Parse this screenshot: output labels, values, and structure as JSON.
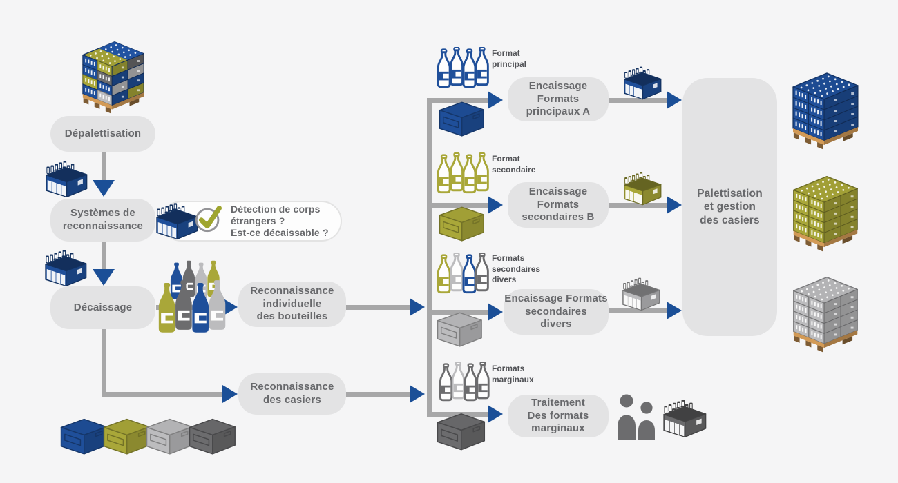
{
  "colors": {
    "background": "#f5f5f6",
    "blue": "#1f4f9a",
    "yellow": "#a9a739",
    "lightGray": "#bcbcbe",
    "darkGray": "#6c6c6e",
    "arrow": "#a7a7a8",
    "arrowhead": "#1b4f97",
    "boxFill": "#e3e3e4",
    "boxText": "#67686b",
    "labelText": "#515256",
    "calloutBg": "#fdfdfd",
    "calloutBorder": "#e3e3e3",
    "checkGreen": "#9fa52f",
    "wood": "#d29a56",
    "white": "#fdfdfd"
  },
  "left_flow": {
    "depalettisation": "Dépalettisation",
    "systemes": "Systèmes de\nreconnaissance",
    "callout": "Détection de corps\nétrangers ?\nEst-ce décaissable ?",
    "decaissage": "Décaissage",
    "reco_individuelle": "Reconnaissance\nindividuelle\ndes bouteilles",
    "reco_casiers": "Reconnaissance\ndes casiers"
  },
  "rows": [
    {
      "format_label": "Format\nprincipal",
      "box": "Encaissage\nFormats\nprincipaux A"
    },
    {
      "format_label": "Format\nsecondaire",
      "box": "Encaissage\nFormats\nsecondaires B"
    },
    {
      "format_label": "Formats\nsecondaires\ndivers",
      "box": "Encaissage Formats\nsecondaires\ndivers"
    },
    {
      "format_label": "Formats\nmarginaux",
      "box": "Traitement\nDes formats\nmarginaux"
    }
  ],
  "palettisation": "Palettisation\net gestion\ndes casiers",
  "icons": {
    "pallet-mixed": {
      "type": "pallet",
      "color": "mixed"
    },
    "pallet-blue": {
      "type": "pallet",
      "color": "blue"
    },
    "pallet-yellow": {
      "type": "pallet",
      "color": "yellow"
    },
    "pallet-gray": {
      "type": "pallet",
      "color": "lightGray"
    },
    "crate-bottles-blue": {
      "type": "crateBottles",
      "color": "blue"
    },
    "crate-bottles-yellow": {
      "type": "crateBottles",
      "color": "yellow"
    },
    "crate-bottles-gray": {
      "type": "crateBottles",
      "color": "lightGray"
    },
    "crate-bottles-dark": {
      "type": "crateBottles",
      "color": "darkGray"
    },
    "crate-empty-blue": {
      "type": "crateEmpty",
      "color": "blue"
    },
    "crate-empty-yellow": {
      "type": "crateEmpty",
      "color": "yellow"
    },
    "crate-empty-gray": {
      "type": "crateEmpty",
      "color": "lightGray"
    },
    "crate-empty-dark": {
      "type": "crateEmpty",
      "color": "darkGray"
    },
    "bottles-principal": {
      "type": "bottleRow",
      "style": "outline",
      "colors": [
        "blue",
        "blue",
        "blue",
        "blue"
      ]
    },
    "bottles-secondaire": {
      "type": "bottleRow",
      "style": "outline",
      "colors": [
        "yellow",
        "yellow",
        "yellow",
        "yellow"
      ]
    },
    "bottles-divers": {
      "type": "bottleRow",
      "style": "outline",
      "colors": [
        "yellow",
        "lightGray",
        "blue",
        "darkGray"
      ]
    },
    "bottles-marginaux": {
      "type": "bottleRow",
      "style": "outline",
      "colors": [
        "darkGray",
        "lightGray",
        "darkGray",
        "darkGray"
      ]
    },
    "bottles-decaissage-top": {
      "type": "bottleRow",
      "style": "filled",
      "colors": [
        "blue",
        "darkGray",
        "lightGray",
        "yellow"
      ]
    },
    "bottles-decaissage-bot": {
      "type": "bottleRow",
      "style": "filled",
      "colors": [
        "yellow",
        "darkGray",
        "blue",
        "lightGray"
      ]
    },
    "workers": {
      "type": "people",
      "color": "darkGray"
    },
    "check": {
      "type": "check"
    }
  }
}
